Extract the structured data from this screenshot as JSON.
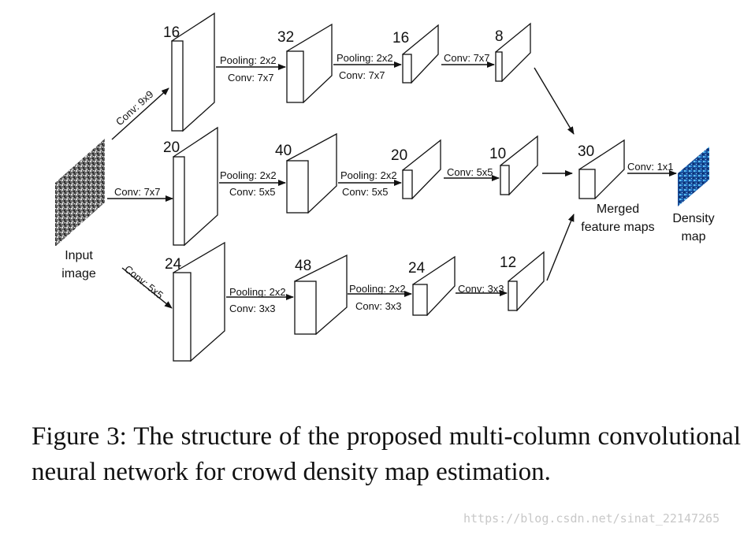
{
  "input": {
    "line1": "Input",
    "line2": "image"
  },
  "output": {
    "line1": "Density",
    "line2": "map"
  },
  "merged": {
    "line1": "Merged",
    "line2": "feature maps",
    "channels": "30",
    "conv": "Conv: 1x1"
  },
  "columns": [
    {
      "entry_conv": "Conv: 9x9",
      "channels": [
        "16",
        "32",
        "16",
        "8"
      ],
      "step1": {
        "pool": "Pooling: 2x2",
        "conv": "Conv: 7x7"
      },
      "step2": {
        "pool": "Pooling: 2x2",
        "conv": "Conv: 7x7"
      },
      "step3": {
        "conv": "Conv: 7x7"
      }
    },
    {
      "entry_conv": "Conv: 7x7",
      "channels": [
        "20",
        "40",
        "20",
        "10"
      ],
      "step1": {
        "pool": "Pooling: 2x2",
        "conv": "Conv: 5x5"
      },
      "step2": {
        "pool": "Pooling: 2x2",
        "conv": "Conv: 5x5"
      },
      "step3": {
        "conv": "Conv: 5x5"
      }
    },
    {
      "entry_conv": "Conv: 5x5",
      "channels": [
        "24",
        "48",
        "24",
        "12"
      ],
      "step1": {
        "pool": "Pooling: 2x2",
        "conv": "Conv: 3x3"
      },
      "step2": {
        "pool": "Pooling: 2x2",
        "conv": "Conv: 3x3"
      },
      "step3": {
        "conv": "Conv: 3x3"
      }
    }
  ],
  "caption": "Figure 3: The structure of the proposed multi-column convolutional neural network for crowd density map estimation.",
  "watermark": "https://blog.csdn.net/sinat_22147265",
  "colors": {
    "ink": "#111111",
    "density_base": "#1a4f9c",
    "input_base": "#777777"
  }
}
